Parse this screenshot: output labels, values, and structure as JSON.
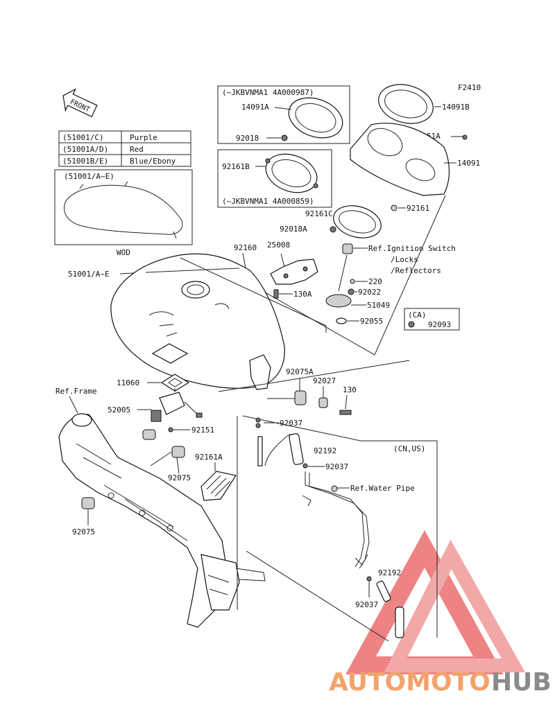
{
  "figure_code": "F2410",
  "front_arrow_label": "FRONT",
  "color_table": [
    {
      "part": "(51001/C)",
      "color": "Purple"
    },
    {
      "part": "(51001A/D)",
      "color": "Red"
    },
    {
      "part": "(51001B/E)",
      "color": "Blue/Ebony"
    }
  ],
  "tank_inset": {
    "header": "(51001/A~E)",
    "caption": "WOD"
  },
  "serial_box_top": {
    "range": "(~JKBVNMA1  4A000987)",
    "parts": [
      "14091A",
      "92018"
    ]
  },
  "serial_box_mid": {
    "range": "(~JKBVNMA1  4A000859)",
    "parts": [
      "92161B"
    ]
  },
  "ca_box": {
    "header": "(CA)",
    "part": "92093"
  },
  "cn_us_box": {
    "header": "(CN,US)"
  },
  "labels": {
    "p14091B": "14091B",
    "p92151A": "92151A",
    "p14091": "14091",
    "p92161": "92161",
    "p92161C": "92161C",
    "p92018A": "92018A",
    "p92160": "92160",
    "p25008": "25008",
    "ref_ignition": "Ref.Ignition Switch",
    "ref_locks": "/Locks",
    "ref_reflectors": "/Reflectors",
    "p51001": "51001/A~E",
    "p220": "220",
    "p92022": "92022",
    "p130A": "130A",
    "p51049": "51049",
    "p92055": "92055",
    "p92075A": "92075A",
    "p92027": "92027",
    "p130": "130",
    "p11060": "11060",
    "ref_frame": "Ref.Frame",
    "p52005": "52005",
    "p92037a": "92037",
    "p92151": "92151",
    "p92161A": "92161A",
    "p92192a": "92192",
    "p92037b": "92037",
    "ref_water_pipe": "Ref.Water Pipe",
    "p92075a": "92075",
    "p92075b": "92075",
    "p92192b": "92192",
    "p92037c": "92037"
  },
  "watermark": {
    "part1": "AUTOMOTO",
    "part2": "HUB",
    "color1": "#f2a36b",
    "color2": "#8a8a8a",
    "logo_color": "#e85a5a"
  }
}
